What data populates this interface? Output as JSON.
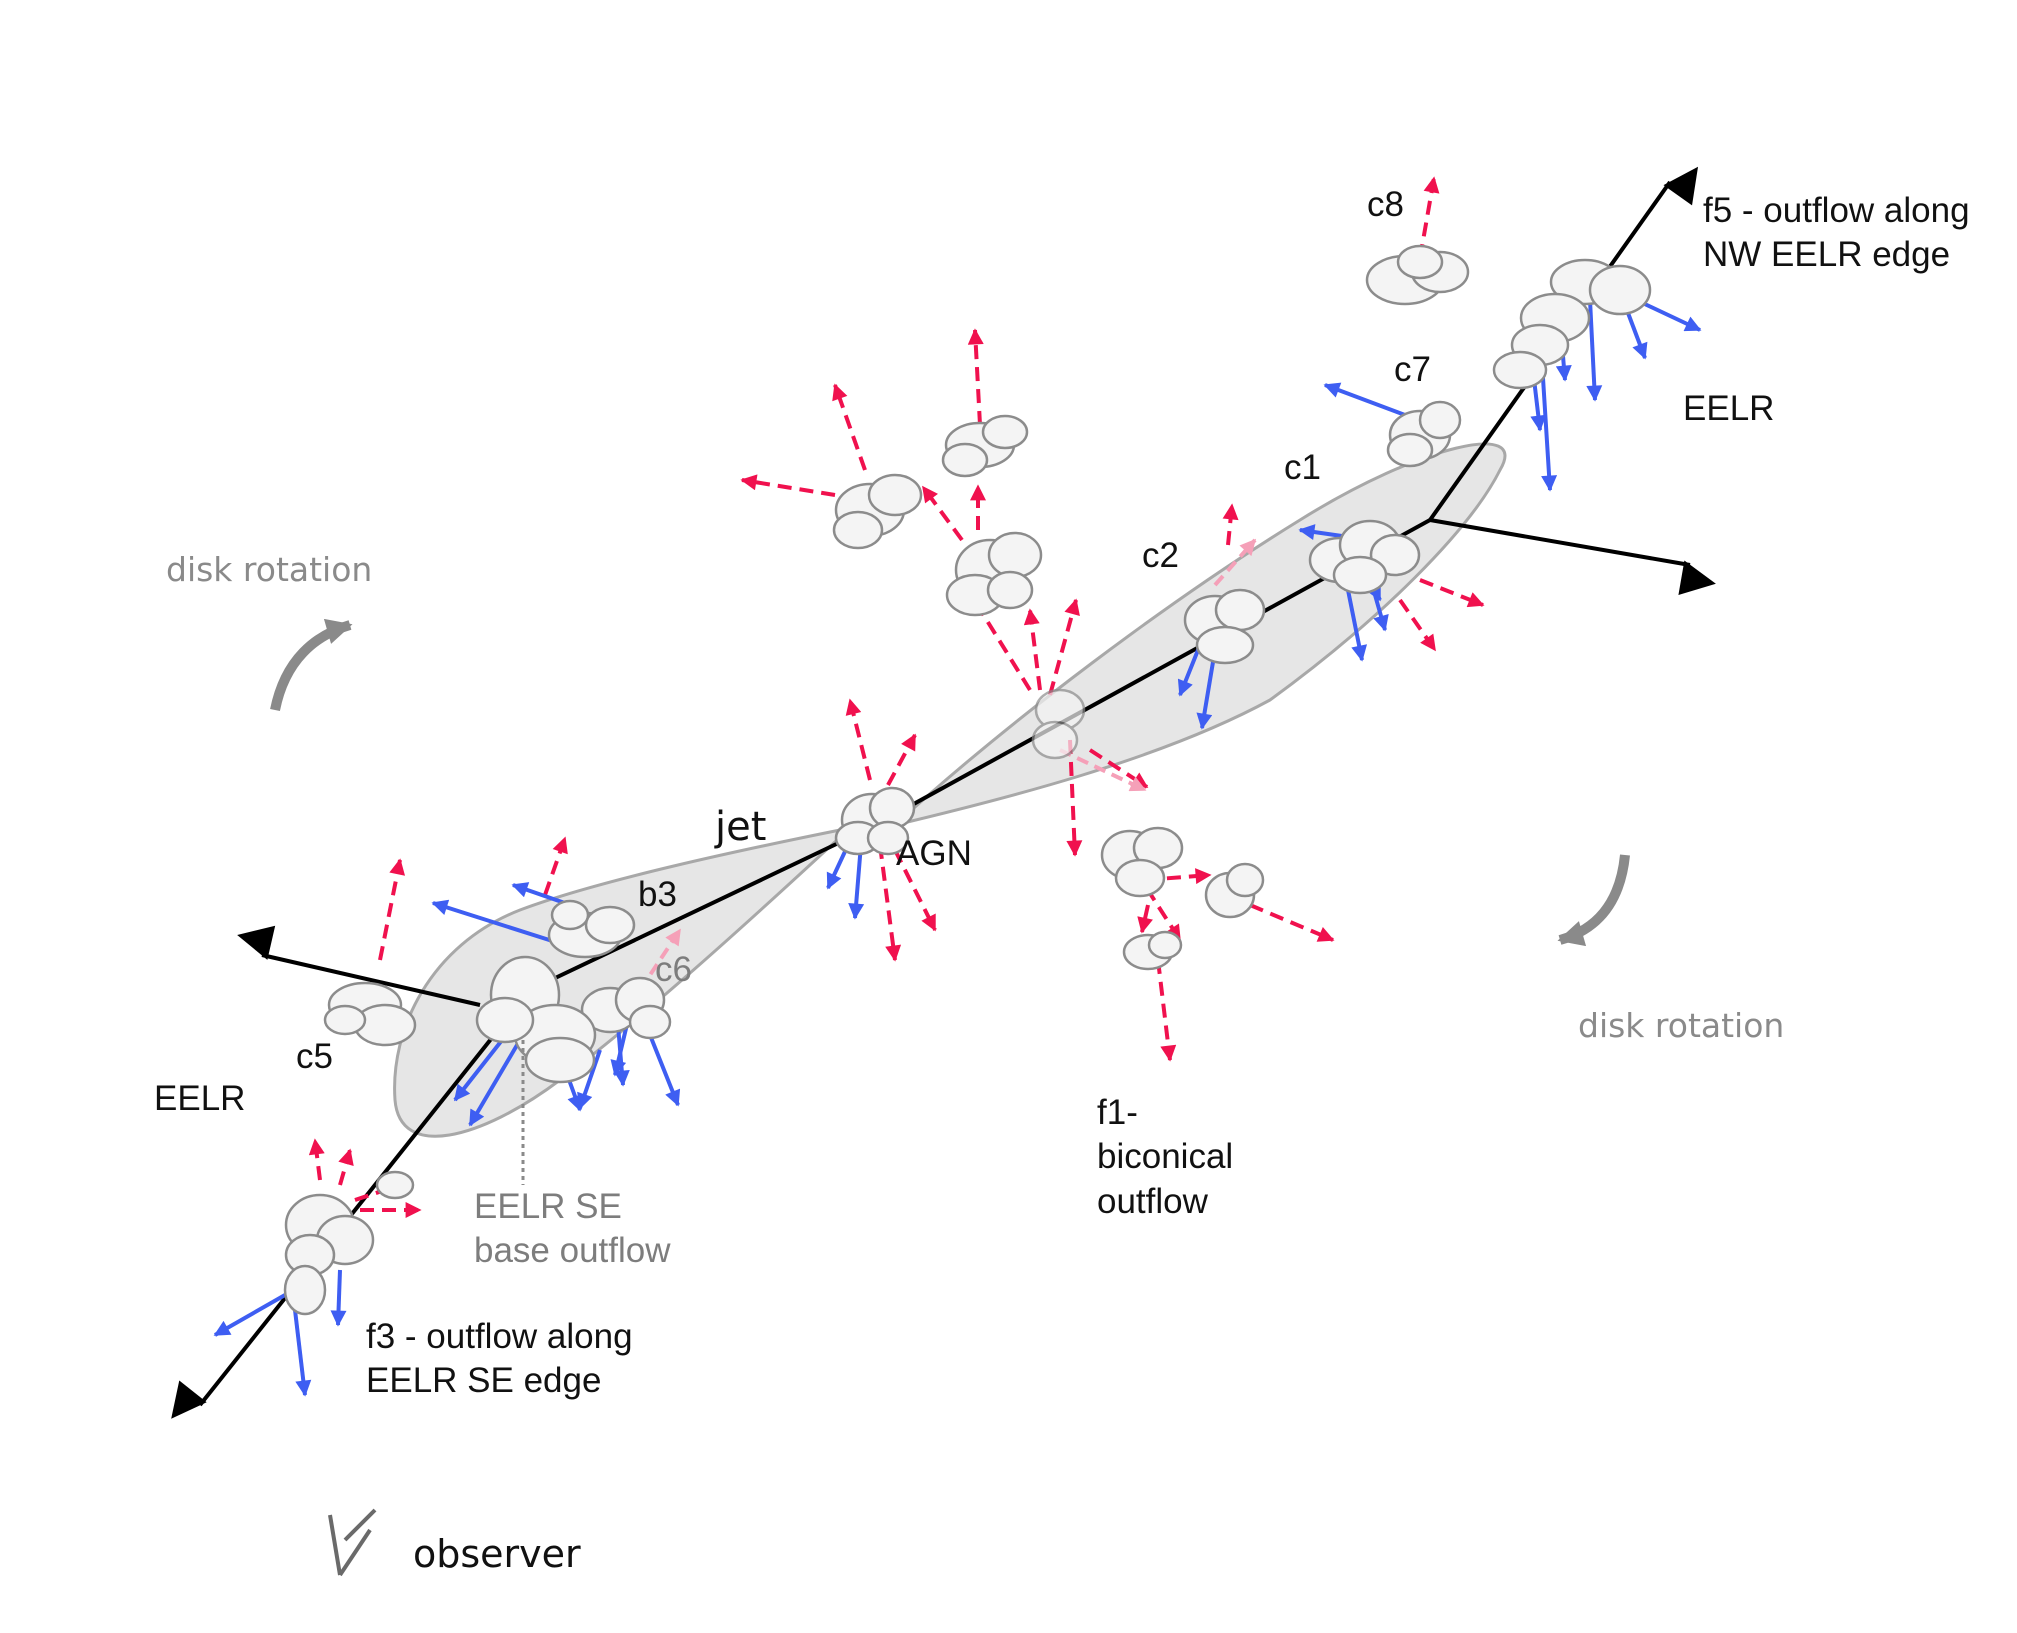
{
  "labels": {
    "c8": "c8",
    "f5": "f5 - outflow along\nNW EELR edge",
    "eelr_nw": "EELR",
    "c7": "c7",
    "c1": "c1",
    "c2": "c2",
    "disk_rotation_left": "disk rotation",
    "disk_rotation_right": "disk rotation",
    "jet": "jet",
    "agn": "AGN",
    "b3": "b3",
    "c6": "c6",
    "c5": "c5",
    "eelr_se": "EELR",
    "eelr_se_base": "EELR SE\nbase outflow",
    "f1": "f1-\nbiconical\noutflow",
    "f3": "f3 - outflow along\nEELR SE edge",
    "observer": "observer"
  },
  "colors": {
    "redshift_arrow": "#f0114e",
    "blueshift_arrow": "#3e5ef2",
    "axis_arrow": "#000000",
    "cone_fill": "#e6e6e6",
    "cone_stroke": "#a8a8a8",
    "cloud_fill": "#f4f4f4",
    "cloud_stroke": "#8c8c8c",
    "grey_text": "#7d7d7d"
  }
}
